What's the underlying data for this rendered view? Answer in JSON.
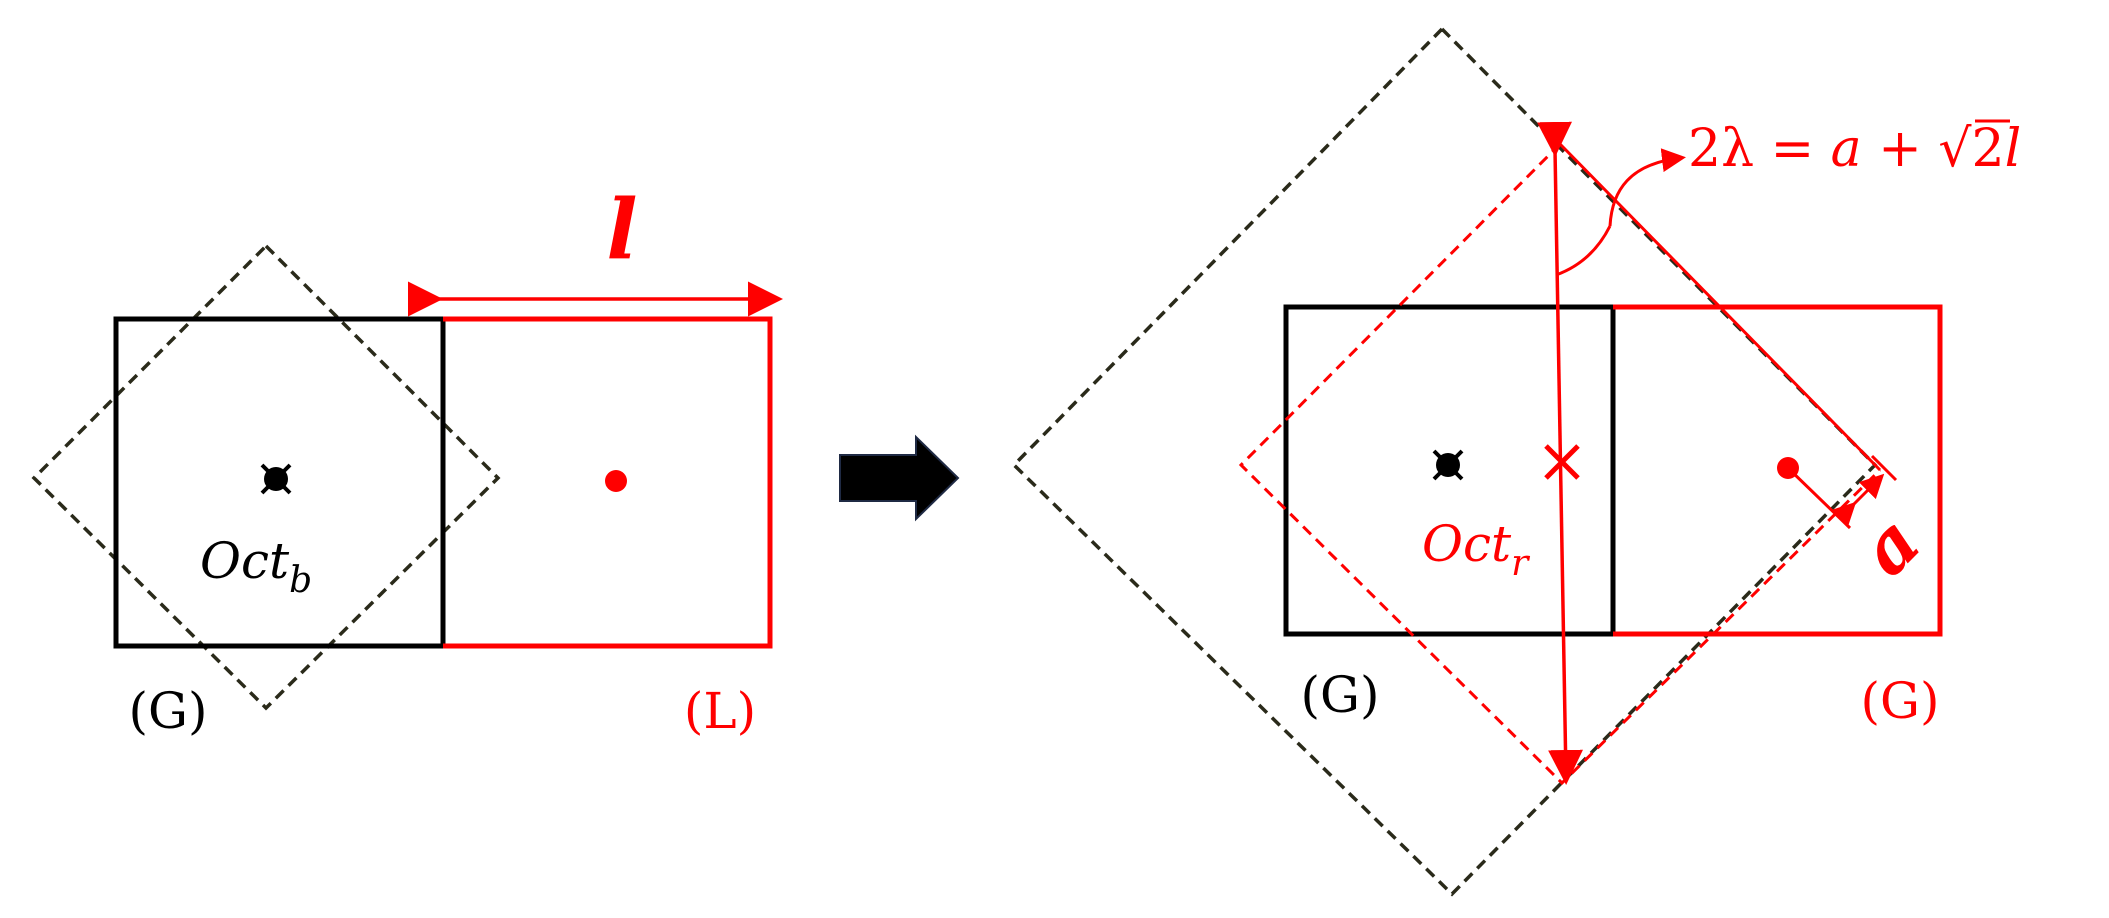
{
  "colors": {
    "black": "#000000",
    "red": "#ff0000",
    "dashed_dark": "#2a2a1a",
    "arrow_fill": "#000000",
    "arrow_stroke": "#1f2a44"
  },
  "left_panel": {
    "length_label": "l",
    "octahedron_label": {
      "main": "Oct",
      "sub": "b"
    },
    "left_cell_label": "(G)",
    "right_cell_label": "(L)"
  },
  "right_panel": {
    "formula": "2λ = a + √2l",
    "formula_parts": {
      "lhs": "2λ = ",
      "a": "a",
      "plus": " + ",
      "sqrt": "√",
      "two": "2",
      "l": "l"
    },
    "octahedron_label": {
      "main": "Oct",
      "sub": "r"
    },
    "left_cell_label": "(G)",
    "right_cell_label": "(G)",
    "offset_label": "a"
  },
  "arrow_icon": "right-arrow"
}
